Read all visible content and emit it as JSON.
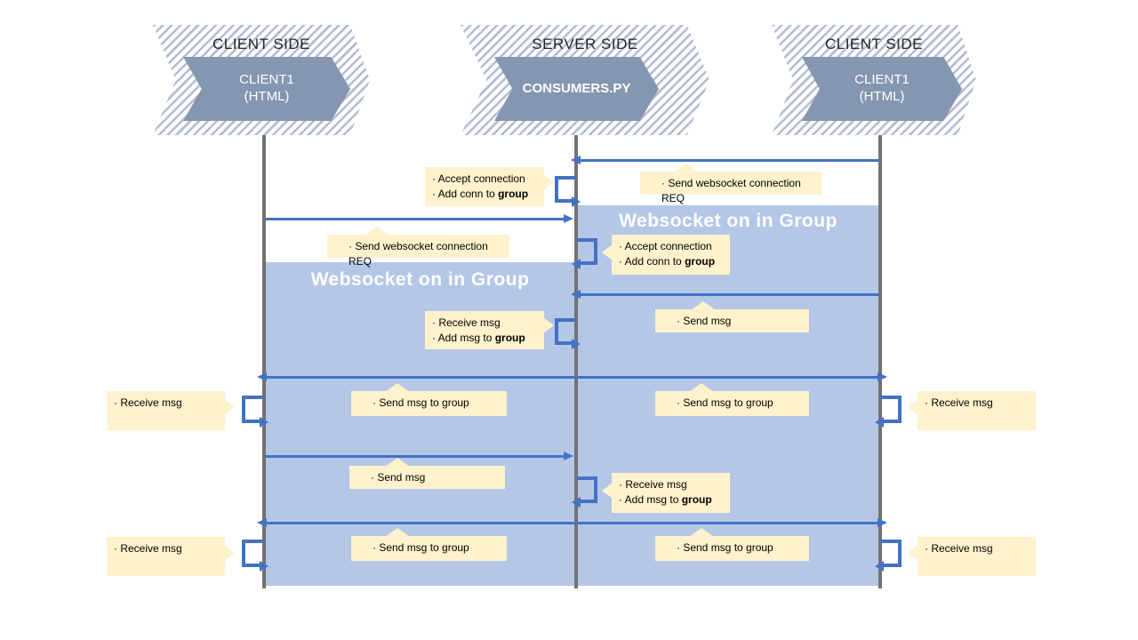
{
  "actors": [
    {
      "side_label": "CLIENT SIDE",
      "node_label": "CLIENT1",
      "node_sublabel": "(HTML)"
    },
    {
      "side_label": "SERVER SIDE",
      "node_label": "CONSUMERS.PY",
      "node_sublabel": ""
    },
    {
      "side_label": "CLIENT SIDE",
      "node_label": "CLIENT1",
      "node_sublabel": "(HTML)"
    }
  ],
  "regions": {
    "left_label": "Websocket on in Group",
    "right_label": "Websocket on in Group"
  },
  "notes": {
    "accept_conn_1": {
      "line1": "· Accept connection",
      "line2_pre": "· Add conn to ",
      "line2_bold": "group"
    },
    "ws_req_right": {
      "line1": "· Send websocket connection REQ"
    },
    "ws_req_left": {
      "line1": "· Send websocket connection REQ"
    },
    "accept_conn_2": {
      "line1": "· Accept connection",
      "line2_pre": "· Add conn to ",
      "line2_bold": "group"
    },
    "send_msg_right": {
      "line1": "· Send msg"
    },
    "recv_add_1": {
      "line1": "· Receive msg",
      "line2_pre": "· Add msg to ",
      "line2_bold": "group"
    },
    "send_grp_l1": {
      "line1": "· Send msg to group"
    },
    "send_grp_r1": {
      "line1": "· Send msg to group"
    },
    "recv_l1": {
      "line1": "· Receive msg"
    },
    "recv_r1": {
      "line1": "· Receive msg"
    },
    "send_msg_left": {
      "line1": "· Send msg"
    },
    "recv_add_2": {
      "line1": "· Receive msg",
      "line2_pre": "· Add msg to ",
      "line2_bold": "group"
    },
    "send_grp_l2": {
      "line1": "· Send msg to group"
    },
    "send_grp_r2": {
      "line1": "· Send msg to group"
    },
    "recv_l2": {
      "line1": "· Receive msg"
    },
    "recv_r2": {
      "line1": "· Receive msg"
    }
  },
  "colors": {
    "arrow_blue": "#4472c4",
    "region_blue": "#b4c7e7",
    "note_cream": "#fff2cc",
    "node_slate": "#8496b0",
    "lifeline_gray": "#737171",
    "hatch_stripe": "#b3bdd0"
  }
}
